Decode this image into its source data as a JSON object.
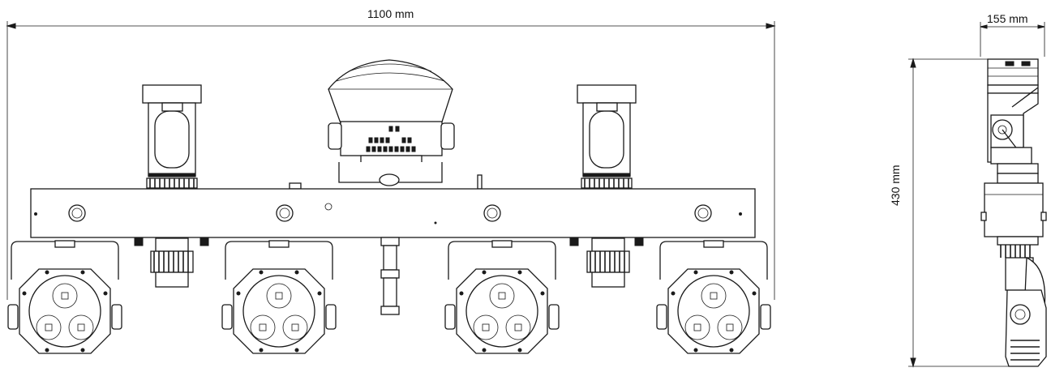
{
  "dimensions": {
    "front_width": "1100 mm",
    "side_depth": "155 mm",
    "side_height": "430 mm"
  },
  "colors": {
    "line": "#1a1a1a",
    "background": "#ffffff"
  },
  "views": {
    "front_par_count": 4,
    "front_derby_count": 2,
    "front_laser_count": 1
  }
}
